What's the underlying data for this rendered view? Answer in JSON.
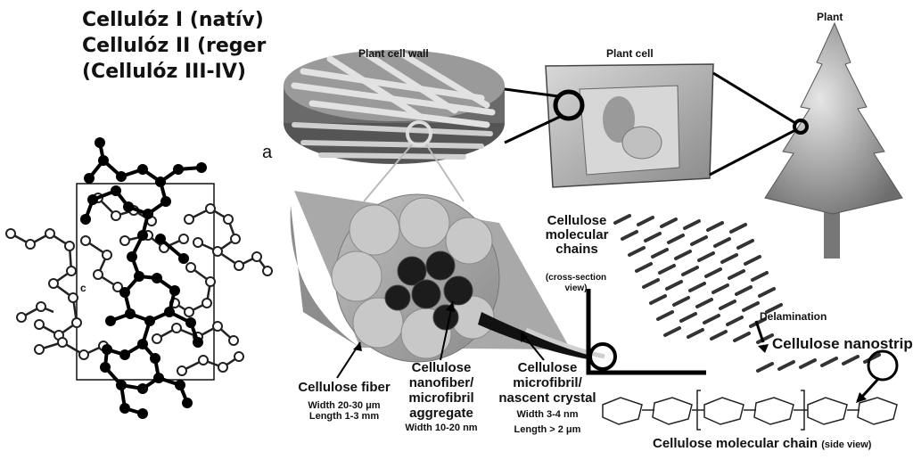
{
  "titles": [
    "Cellulóz I (natív)",
    "Cellulóz II (reger",
    "(Cellulóz III-IV)"
  ],
  "crystal": {
    "panel_letter": "a",
    "axis_c": "c",
    "axis_a": "a"
  },
  "labels": {
    "plant": "Plant",
    "plant_cell_wall": "Plant cell wall",
    "plant_cell": "Plant cell",
    "molecular_chains_1": "Cellulose",
    "molecular_chains_2": "molecular",
    "molecular_chains_3": "chains",
    "cross_section_1": "(cross-section",
    "cross_section_2": "view)",
    "delamination": "Delamination",
    "nanostrip": "Cellulose nanostrip",
    "molecular_chain_side": "Cellulose molecular chain",
    "side_view": "(side view)",
    "fiber": "Cellulose fiber",
    "fiber_width": "Width 20-30 μm",
    "fiber_length": "Length 1-3 mm",
    "nanofiber_1": "Cellulose",
    "nanofiber_2": "nanofiber/",
    "nanofiber_3": "microfibril",
    "nanofiber_4": "aggregate",
    "nanofiber_width": "Width 10-20 nm",
    "microfibril_1": "Cellulose",
    "microfibril_2": "microfibril/",
    "microfibril_3": "nascent crystal",
    "microfibril_width": "Width 3-4 nm",
    "microfibril_length": "Length > 2 μm"
  }
}
